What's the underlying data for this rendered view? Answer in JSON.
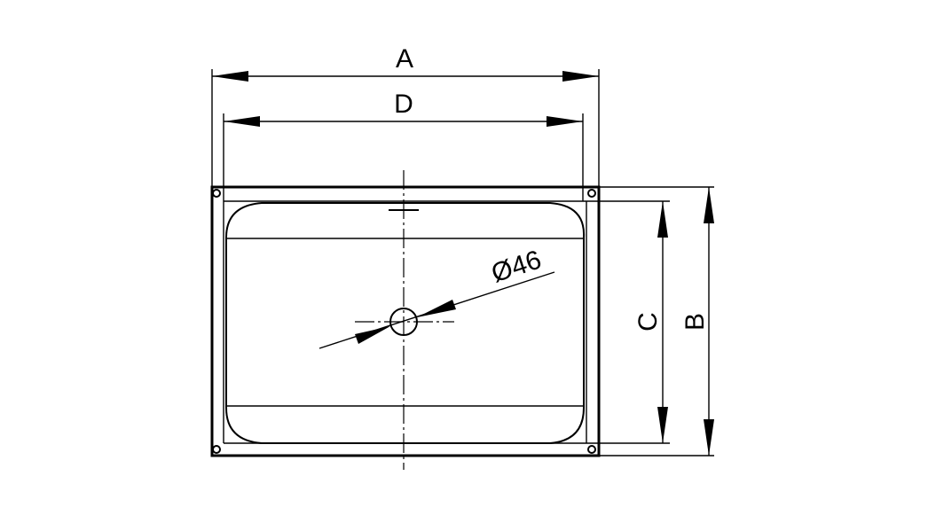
{
  "labels": {
    "width_outer": "A",
    "width_inner": "D",
    "height_outer": "B",
    "height_inner": "C",
    "drain_diameter": "Ø46"
  },
  "colors": {
    "line": "#000000",
    "background": "#ffffff"
  }
}
